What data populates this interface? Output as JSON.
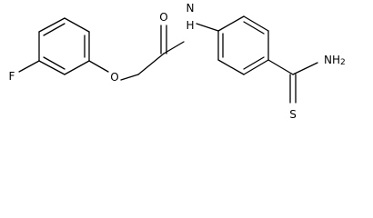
{
  "structure": {
    "atom_labels": {
      "fluorine": "F",
      "ether_oxygen": "O",
      "carbonyl_oxygen": "O",
      "amide_nitrogen": "N",
      "amide_hydrogen": "H",
      "thioamide_amine": "NH",
      "thioamide_amine_subscript": "2",
      "thioamide_sulfur": "S"
    }
  }
}
